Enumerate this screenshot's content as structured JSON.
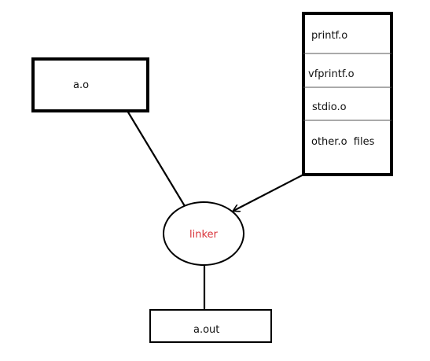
{
  "diagram": {
    "object_file": {
      "label": "a.o"
    },
    "library": {
      "items": [
        {
          "label": "printf.o"
        },
        {
          "label": "vfprintf.o"
        },
        {
          "label": "stdio.o"
        },
        {
          "label": "other.o  files"
        }
      ]
    },
    "linker": {
      "label": "linker",
      "color": "#d9343b"
    },
    "output": {
      "label": "a.out"
    }
  }
}
